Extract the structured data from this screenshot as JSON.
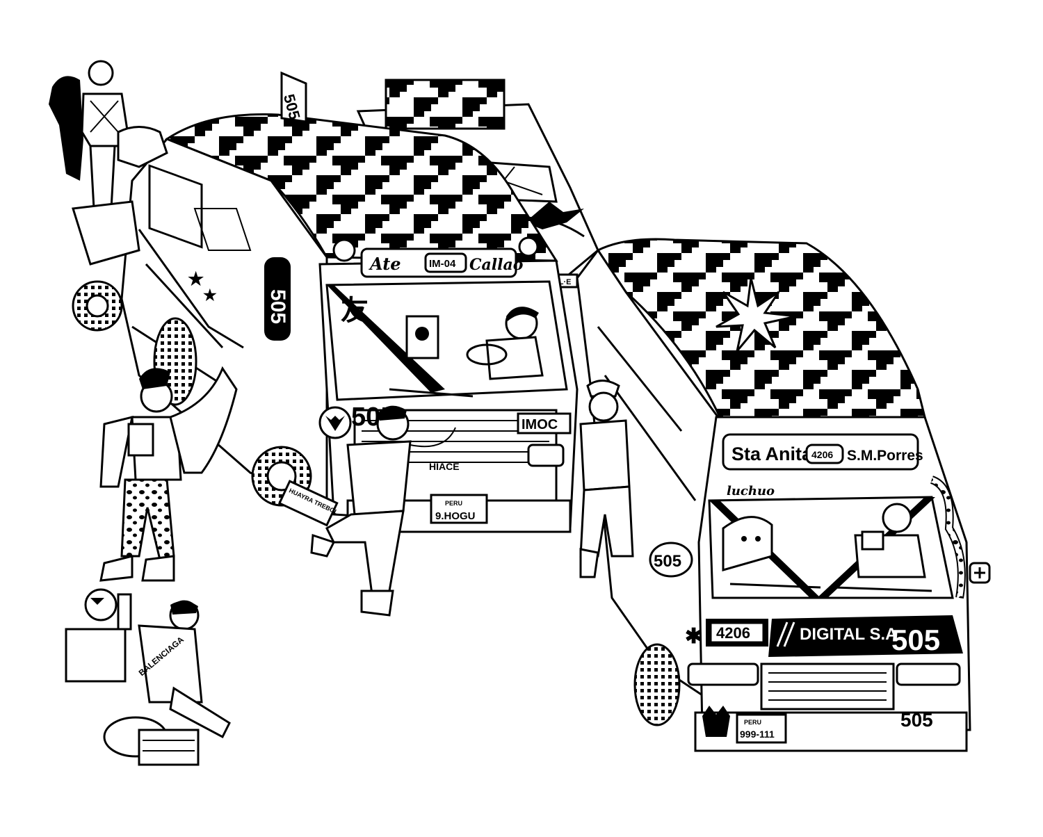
{
  "illustration": {
    "colors": {
      "ink": "#000000",
      "paper": "#ffffff"
    },
    "left_van": {
      "roof_sign": "505",
      "dest_left": "Ate",
      "route_code": "IM-04",
      "dest_right": "Callao",
      "windshield_kanji": "友",
      "side_number": "505",
      "badge": "IMOC",
      "grille_text": "HIACE",
      "plate_country": "PERU",
      "plate": "9.HOGU",
      "rear_plate": "LL·E"
    },
    "right_van": {
      "dest_left": "Sta Anita",
      "route_code": "4206",
      "dest_right": "S.M.Porres",
      "dash_script": "luchuo",
      "side_number": "505",
      "fleet_number": "4206",
      "company": "DIGITAL S.A",
      "big_number": "505",
      "bumper_number": "505",
      "plate_country": "PERU",
      "plate": "999-111"
    },
    "vendor": {
      "jacket_text": "BALENCIAGA"
    },
    "runner": {
      "sign_text": "HUAYRA TREBOL"
    }
  }
}
